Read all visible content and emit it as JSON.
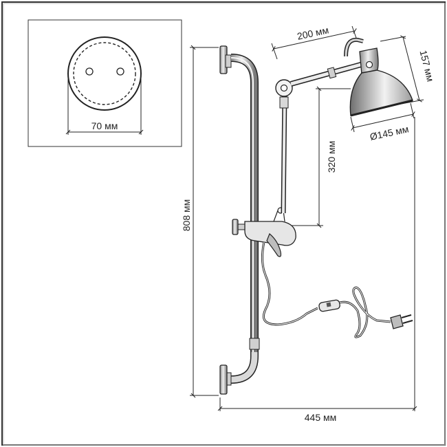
{
  "dimensions": {
    "base_diameter": "70 мм",
    "arm_length": "200 мм",
    "shade_height": "157 мм",
    "shade_diameter": "Ø145 мм",
    "vertical_offset": "320 мм",
    "total_height": "808 мм",
    "total_width": "445 мм"
  },
  "colors": {
    "line": "#222222",
    "metal_light": "#dcdcdc",
    "metal_dark": "#9a9a9a",
    "frame": "#333333"
  },
  "icons": [
    "wall-plate",
    "mounting-bracket",
    "lamp-shade",
    "joint-knob",
    "switch",
    "plug"
  ]
}
